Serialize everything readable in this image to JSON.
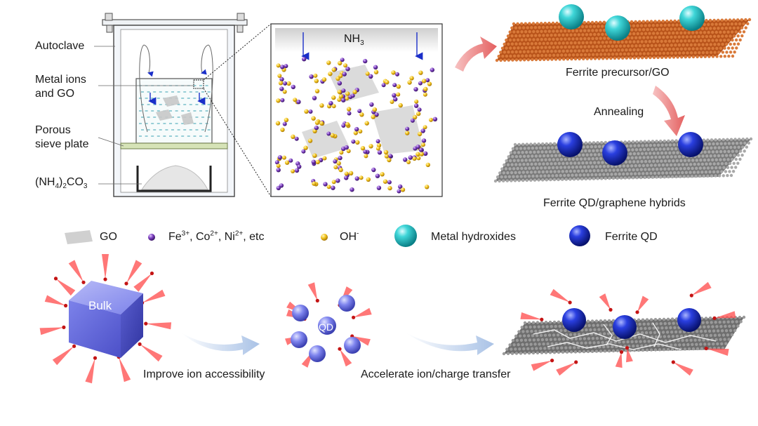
{
  "autoclave": {
    "labels": {
      "autoclave": "Autoclave",
      "metal_ions_line1": "Metal ions",
      "metal_ions_line2": "and GO",
      "porous_line1": "Porous",
      "porous_line2": "sieve plate",
      "ammonium_carbonate": "(NH4)2CO3"
    }
  },
  "zoom": {
    "gas_label": "NH3"
  },
  "products": {
    "precursor_label": "Ferrite precursor/GO",
    "annealing_label": "Annealing",
    "hybrid_label": "Ferrite QD/graphene hybrids"
  },
  "legend": {
    "go": "GO",
    "ions": "Fe3+, Co2+, Ni2+, etc",
    "oh": "OH-",
    "metal_hydroxides": "Metal hydroxides",
    "ferrite_qd": "Ferrite QD"
  },
  "bottom": {
    "bulk_label": "Bulk",
    "qd_label": "QD",
    "arrow1_label": "Improve ion accessibility",
    "arrow2_label": "Accelerate ion/charge transfer"
  },
  "colors": {
    "metal_hydroxide": "#2ec8c8",
    "ferrite_qd": "#1b2fc9",
    "ion_purple": "#6a3aa0",
    "oh_yellow": "#f2c21a",
    "precursor_sheet": "#c85a1e",
    "graphene_sheet": "#8c8c8c",
    "red_ray": "#e03030",
    "bulk_cube": "#6c72e0"
  }
}
